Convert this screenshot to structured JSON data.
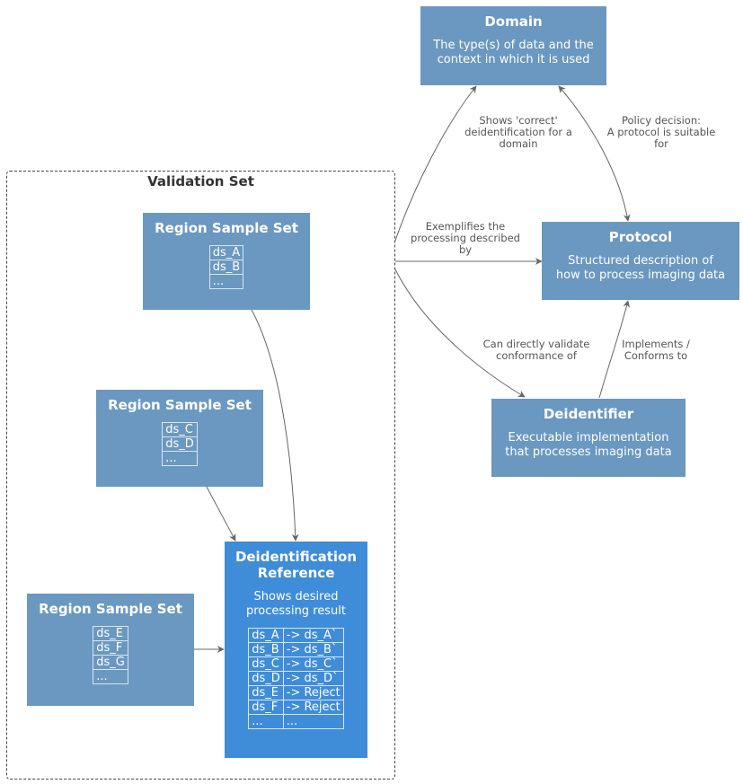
{
  "group": {
    "title": "Validation Set"
  },
  "nodes": {
    "domain": {
      "title": "Domain",
      "desc": [
        "The type(s) of data and the",
        "context in which it is used"
      ]
    },
    "protocol": {
      "title": "Protocol",
      "desc": [
        "Structured description of",
        "how to process imaging data"
      ]
    },
    "deidentifier": {
      "title": "Deidentifier",
      "desc": [
        "Executable implementation",
        "that processes imaging data"
      ]
    },
    "region1": {
      "title": "Region Sample Set",
      "rows": [
        "ds_A",
        "ds_B",
        "..."
      ]
    },
    "region2": {
      "title": "Region Sample Set",
      "rows": [
        "ds_C",
        "ds_D",
        "..."
      ]
    },
    "region3": {
      "title": "Region Sample Set",
      "rows": [
        "ds_E",
        "ds_F",
        "ds_G",
        "..."
      ]
    },
    "reference": {
      "title": [
        "Deidentification",
        "Reference"
      ],
      "desc": [
        "Shows desired",
        "processing result"
      ],
      "rows": [
        [
          "ds_A",
          "-> ds_A`"
        ],
        [
          "ds_B",
          "-> ds_B`"
        ],
        [
          "ds_C",
          "-> ds_C`"
        ],
        [
          "ds_D",
          "-> ds_D`"
        ],
        [
          "ds_E",
          "-> Reject"
        ],
        [
          "ds_F",
          "-> Reject"
        ],
        [
          "...",
          "..."
        ]
      ]
    }
  },
  "edges": {
    "shows_correct": [
      "Shows 'correct'",
      "deidentification for a",
      "domain"
    ],
    "policy": [
      "Policy decision:",
      "A protocol is suitable",
      "for"
    ],
    "exemplifies": [
      "Exemplifies the",
      "processing described",
      "by"
    ],
    "validate": [
      "Can directly validate",
      "conformance of"
    ],
    "implements": [
      "Implements /",
      "Conforms to"
    ]
  },
  "colors": {
    "node_fill": "#6a98c0",
    "highlight_fill": "#3f8cd8",
    "edge": "#666666"
  }
}
